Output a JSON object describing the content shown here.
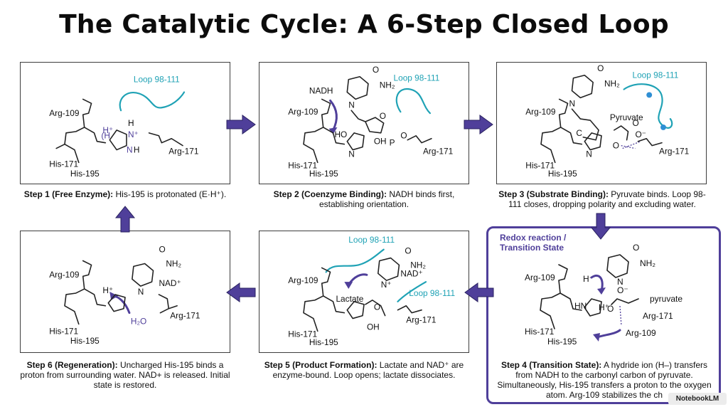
{
  "title": "The Catalytic Cycle: A 6-Step Closed Loop",
  "labels": {
    "loop": "Loop 98-111",
    "arg109": "Arg-109",
    "arg171": "Arg-171",
    "his171": "His-171",
    "his195": "His-195",
    "nadh": "NADH",
    "nad": "NAD⁺",
    "pyruvate_cap": "Pyruvate",
    "pyruvate": "pyruvate",
    "lactate": "Lactate",
    "h2o": "H₂O",
    "hplus": "H⁺",
    "hminus": "H⁻",
    "nh2": "NH₂",
    "oh": "OH",
    "ho": "HO",
    "o": "O",
    "ominus": "O⁻",
    "h": "H",
    "n": "N",
    "np": "N⁺",
    "nh": "N",
    "p": "P",
    "c": "C",
    "hn": "HN"
  },
  "steps": [
    {
      "id": 1,
      "head": "Step 1 (Free Enzyme):",
      "text": "His-195 is protonated (E·H⁺)."
    },
    {
      "id": 2,
      "head": "Step 2 (Coenzyme Binding):",
      "text": "NADH binds first, establishing orientation."
    },
    {
      "id": 3,
      "head": "Step 3 (Substrate Binding):",
      "text": "Pyruvate binds. Loop 98-111 closes, dropping polarity and excluding water."
    },
    {
      "id": 4,
      "head": "Step 4 (Transition State):",
      "text": "A hydride ion (H–) transfers from NADH to the carbonyl carbon of pyruvate. Simultaneously, His-195 transfers a proton to the oxygen atom. Arg-109 stabilizes the ch"
    },
    {
      "id": 5,
      "head": "Step 5 (Product Formation):",
      "text": "Lactate and NAD⁺ are enzyme-bound. Loop opens; lactate dissociates."
    },
    {
      "id": 6,
      "head": "Step 6 (Regeneration):",
      "text": "Uncharged His-195 binds a proton from surrounding water. NAD+ is released. Initial state is restored."
    }
  ],
  "highlight_label": "Redox reaction / Transition State",
  "badge": "NotebookLM",
  "colors": {
    "loop": "#1fa2b5",
    "accent": "#4f3f9a",
    "border": "#3d3d3d"
  }
}
